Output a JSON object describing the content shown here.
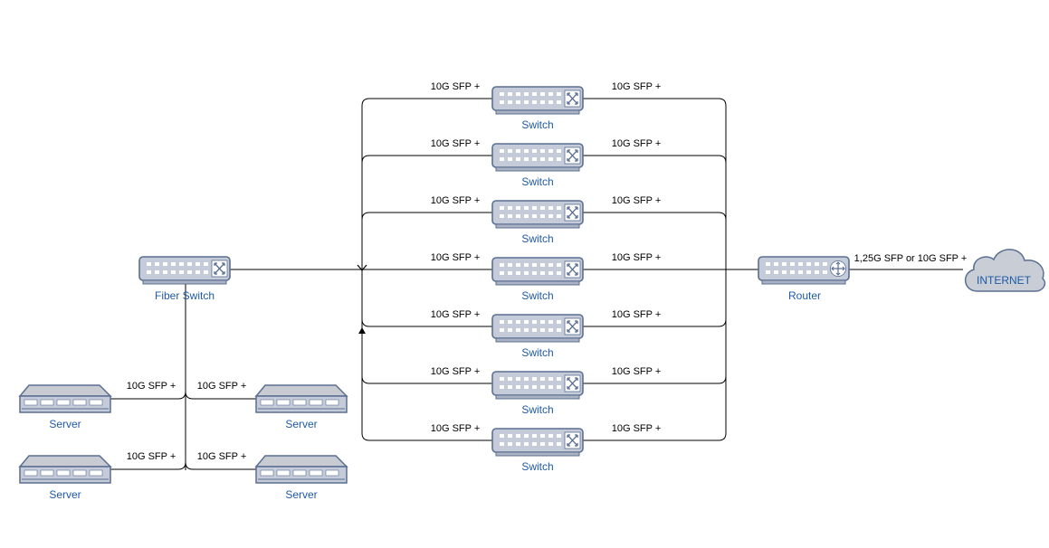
{
  "colors": {
    "device_fill": "#c5cbd8",
    "device_stroke": "#5a6f91",
    "device_label": "#1f5aa6",
    "server_top": "#c8ccd2",
    "cloud_fill": "#c8cdd6",
    "line": "#000000"
  },
  "fiber_switch": {
    "label": "Fiber Switch",
    "icon": "switch-icon"
  },
  "router": {
    "label": "Router",
    "icon": "router-icon"
  },
  "internet": {
    "label": "INTERNET",
    "icon": "cloud-icon"
  },
  "uplink_label": "1,25G SFP or 10G SFP +",
  "switches": [
    {
      "label": "Switch",
      "left_link": "10G SFP +",
      "right_link": "10G SFP +"
    },
    {
      "label": "Switch",
      "left_link": "10G SFP +",
      "right_link": "10G SFP +"
    },
    {
      "label": "Switch",
      "left_link": "10G SFP +",
      "right_link": "10G SFP +"
    },
    {
      "label": "Switch",
      "left_link": "10G SFP +",
      "right_link": "10G SFP +"
    },
    {
      "label": "Switch",
      "left_link": "10G SFP +",
      "right_link": "10G SFP +"
    },
    {
      "label": "Switch",
      "left_link": "10G SFP +",
      "right_link": "10G SFP +"
    },
    {
      "label": "Switch",
      "left_link": "10G SFP +",
      "right_link": "10G SFP +"
    }
  ],
  "servers": [
    {
      "label": "Server",
      "link": "10G SFP +"
    },
    {
      "label": "Server",
      "link": "10G SFP +"
    },
    {
      "label": "Server",
      "link": "10G SFP +"
    },
    {
      "label": "Server",
      "link": "10G SFP +"
    }
  ]
}
